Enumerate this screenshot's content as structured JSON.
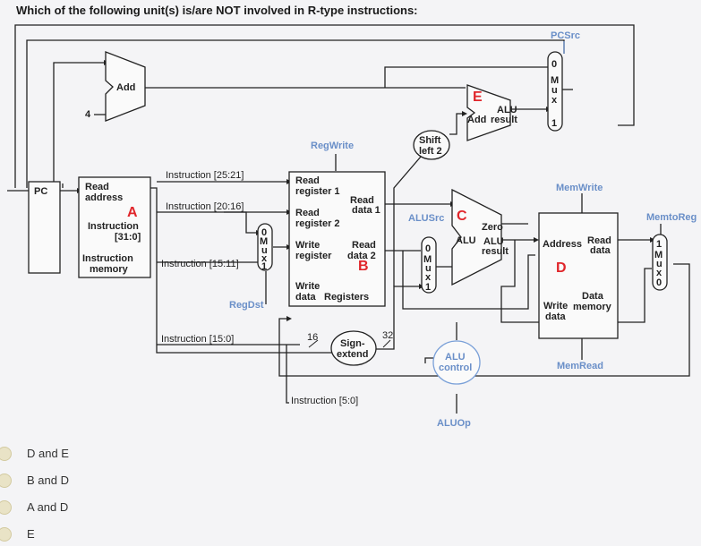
{
  "question": "Which of the following unit(s) is/are NOT involved in R-type instructions:",
  "labels": {
    "pcsrc": "PCSrc",
    "add": "Add",
    "four": "4",
    "mux_letters": [
      "M",
      "u",
      "x"
    ],
    "zero": "0",
    "one": "1",
    "alu_result_1": "ALU",
    "alu_result_2": "result",
    "add_alu": "Add",
    "shift_1": "Shift",
    "shift_2": "left 2",
    "regwrite": "RegWrite",
    "pc": "PC",
    "read_address_1": "Read",
    "read_address_2": "address",
    "instruction_label": "Instruction",
    "instruction_bits": "[31:0]",
    "instruction_memory_1": "Instruction",
    "instruction_memory_2": "memory",
    "instr_25_21": "Instruction [25:21]",
    "instr_20_16": "Instruction [20:16]",
    "instr_15_11": "Instruction [15:11]",
    "instr_15_0": "Instruction [15:0]",
    "instr_5_0": "Instruction [5:0]",
    "read_reg1_1": "Read",
    "read_reg1_2": "register 1",
    "read_data1_1": "Read",
    "read_data1_2": "data 1",
    "read_reg2_1": "Read",
    "read_reg2_2": "register 2",
    "write_reg_1": "Write",
    "write_reg_2": "register",
    "read_data2_1": "Read",
    "read_data2_2": "data 2",
    "write_data_1": "Write",
    "write_data_2": "data",
    "registers": "Registers",
    "regdst": "RegDst",
    "sixteen": "16",
    "thirtytwo": "32",
    "sign_1": "Sign-",
    "sign_2": "extend",
    "alusrc": "ALUSrc",
    "alu": "ALU",
    "alu_result_main_1": "ALU",
    "alu_result_main_2": "result",
    "alu_control_1": "ALU",
    "alu_control_2": "control",
    "aluop": "ALUOp",
    "memwrite": "MemWrite",
    "memtoreg": "MemtoReg",
    "address": "Address",
    "read_data_m_1": "Read",
    "read_data_m_2": "data",
    "write_data_m_1": "Write",
    "write_data_m_2": "data",
    "data_memory_1": "Data",
    "data_memory_2": "memory",
    "memread": "MemRead",
    "mark_a": "A",
    "mark_b": "B",
    "mark_c": "C",
    "mark_d": "D",
    "mark_e": "E"
  },
  "options": [
    "D and E",
    "B and D",
    "A and D",
    "E"
  ],
  "colors": {
    "control": "#6a8fc8",
    "marker": "#e0262b",
    "aluop_ellipse": "#7aa0d8"
  }
}
